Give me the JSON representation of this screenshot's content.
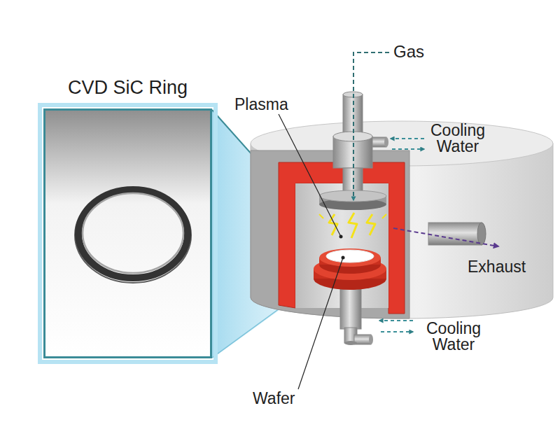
{
  "diagram": {
    "nodes": [
      {
        "text": [
          "CVD SiC Ring"
        ]
      }
    ],
    "labels": [
      "Gas",
      "Plasma",
      "Cooling Water",
      "Exhaust",
      "Cooling Water",
      "Wafer"
    ]
  }
}
